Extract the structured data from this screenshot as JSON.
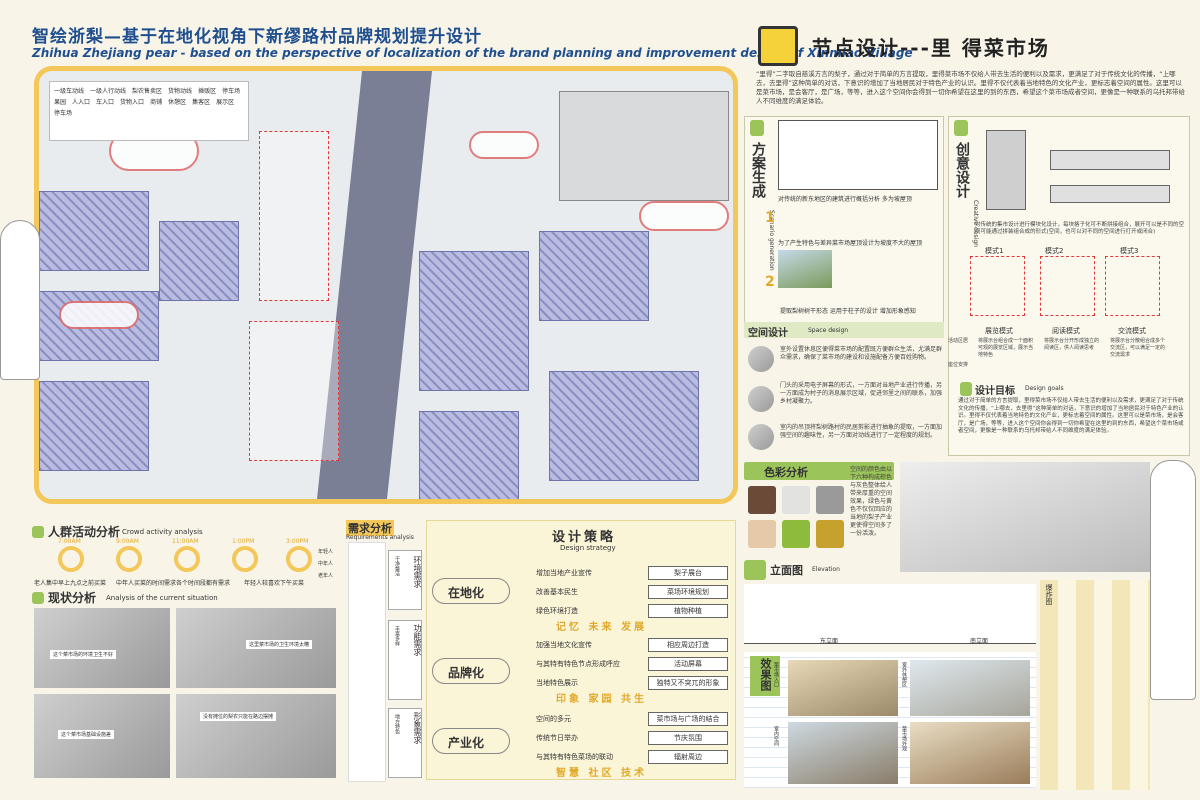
{
  "header": {
    "title_cn": "智绘浙梨—基于在地化视角下新缪路村品牌规划提升设计",
    "title_en": "Zhihua Zhejiang pear - based on the perspective of localization of the brand planning and improvement design of Xinmiao Village"
  },
  "map_legend": {
    "items": [
      "一级车动线",
      "一级人行动线",
      "梨农售卖区",
      "货物动线",
      "摊贩区",
      "停车场",
      "果园",
      "人入口",
      "车入口",
      "货物入口",
      "商铺",
      "休憩区",
      "集客区",
      "展示区",
      "停车场"
    ]
  },
  "node": {
    "title": "节点设计---里 得菜市场",
    "intro": "“里得”二字取自慈溪方言的梨子，通过对于简单的方言提取，里得菜市场不仅给人带去生活的便利以及需求，更满足了对于传统文化的传播，“上哪去，去里得”这种简单的对话，下意识的增加了当地居民对于特色产业的认识。里得不仅代表着当地特色的文化产业，更标志着空间的属性。这里可以是菜市场，是会客厅，是广场，等等，进入这个空间你会得到一切你希望在这里的到的东西，希望这个菜市场成者空间，更像是一种联系的乌托邦带给人不同维度的满足体验。"
  },
  "scheme": {
    "title": "方案生成",
    "en": "Scenario generation",
    "step1": "对传统的新东地区的建筑进行概括分析 多为坡屋顶",
    "step2": "为了产生特色与差异菜市场屋顶设计为坡度不大的屋顶",
    "step3": "提取梨树树干形态 运用于柱子的设计 增加形象感知",
    "num1": "1",
    "num2": "2"
  },
  "creative": {
    "title": "创意设计",
    "en": "Creative design",
    "note": "对传统的集市设计进行模块化设计，每块格子化可不断拼接组合，展开可以是不同的空间可能通过拼装组合成的形式(空间，也可以对不同的空间进行打开或闭合)",
    "modules": [
      "模式1",
      "模式2",
      "模式3"
    ],
    "modes": [
      "展览模式",
      "阅读模式",
      "交流模式"
    ],
    "mode_desc": [
      "将展示台组合成一个面积可观的展览区域，展示当地特色",
      "将展示台分开形成独立的阅读区，供人阅读思考",
      "将展示台分散组合成多个交流区，可以满足一定的交流需求"
    ],
    "legend_items": [
      "活动区居",
      "座位安排"
    ]
  },
  "space": {
    "title": "空间设计",
    "en": "Space design",
    "items": [
      "室外设置休息区便得菜市场的配置既方便群众生活，尤满足群众需求，确保了菜市场的建设和设施配备方便百姓购物。",
      "门头的采用电子屏幕的形式，一方面对当地产业进行传播，另一方面成为村子的消息展示区域，促进邻里之间的联系，加强乡村凝聚力。",
      "室内的吊顶将梨树路村的民居剪影进行抽象的提取，一方面加强空间的趣味性，另一方面对动线进行了一定程度的规划。"
    ]
  },
  "goals": {
    "title": "设计目标",
    "en": "Design goals",
    "text": "通过对于简单的方言提取，里得菜市场不仅给人带去生活的便利以及需求，更满足了对于传统文化的传播，“上哪去，去里得”这种简单的对话，下意识的增加了当地居民对于特色产业的认识。里得不仅代表着当地特色的文化产业，更标志着空间的属性。这里可以是菜市场，是会客厅，是广场，等等，进入这个空间你会得到一切你希望在这里的到的东西，希望这个菜市场或者空间，更像是一种联系的乌托邦带给人不同维度的满足体验。"
  },
  "color": {
    "title": "色彩分析",
    "text": "空间的颜色由以下六种构成棕色与灰色整体给人带来厚重的空间效果，绿色与黄色不仅仅回应的当地的梨子产业更使得空间多了一份活泼。",
    "swatches": [
      "#6b4a38",
      "#e2e2e0",
      "#9a9a9a",
      "#e6c9a8",
      "#8fbb3c",
      "#c7a12e"
    ]
  },
  "elevation": {
    "title": "立面图",
    "en": "Elevation",
    "labels": [
      "东立面",
      "南立面"
    ]
  },
  "effect": {
    "title": "效果图",
    "captions": [
      "菜市场入口",
      "室外休憩区",
      "室内空间",
      "菜市场外观"
    ]
  },
  "explode": {
    "label": "爆炸图"
  },
  "crowd": {
    "title": "人群活动分析",
    "en": "Crowd activity analysis",
    "times": [
      "7:00AM",
      "9:00AM",
      "11:00AM",
      "1:00PM",
      "3:00PM"
    ],
    "captions": [
      "老人集中早上九点之前买菜",
      "中年人买菜的时间需求各个时间段都有需求",
      "年轻人较喜欢下午买菜"
    ],
    "legend": [
      "年轻人",
      "中年人",
      "老年人"
    ]
  },
  "status": {
    "title": "现状分析",
    "en": "Analysis of the current situation",
    "notes": [
      "这个菜市场的环境卫生不好",
      "这里菜市场的卫生环境太糟",
      "没有摊位的梨农只能在路边摆摊",
      "这个菜市场基础设施差"
    ]
  },
  "needs": {
    "title": "需求分析",
    "en": "Requirements analysis",
    "groups": [
      "环境需求",
      "功能需求",
      "形象需求"
    ],
    "sub": [
      "干净整洁",
      "丰富多样",
      "地方特色"
    ]
  },
  "strategy": {
    "title": "设计策略",
    "en": "Design strategy",
    "sections": [
      {
        "name": "在地化",
        "items": [
          "增加当地产业宣传",
          "改善基本民生",
          "绿色环境打造"
        ],
        "pills": [
          "梨子展台",
          "菜场环境规划",
          "植物种植"
        ],
        "keywords": "记忆 未来 发展"
      },
      {
        "name": "品牌化",
        "items": [
          "加强当地文化宣传",
          "与其特有特色节点形成呼应",
          "当地特色展示"
        ],
        "pills": [
          "相应周边打造",
          "活动屏幕",
          "独特又不突兀的形象"
        ],
        "keywords": "印象 家园 共生"
      },
      {
        "name": "产业化",
        "items": [
          "空间的多元",
          "传统节日举办",
          "与其特有特色菜场的联动"
        ],
        "pills": [
          "菜市场与广场的结合",
          "节庆氛围",
          "辐射周边"
        ],
        "keywords": "智慧 社区 技术"
      }
    ]
  }
}
